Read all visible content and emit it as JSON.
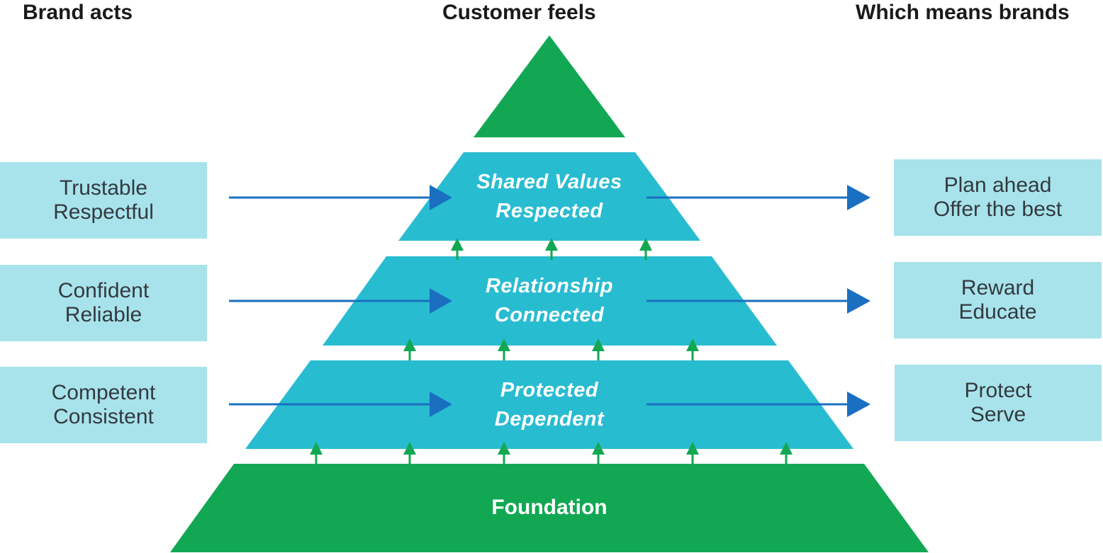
{
  "headers": {
    "left": "Brand acts",
    "center": "Customer feels",
    "right": "Which means brands"
  },
  "brand_acts": [
    {
      "line1": "Trustable",
      "line2": "Respectful"
    },
    {
      "line1": "Confident",
      "line2": "Reliable"
    },
    {
      "line1": "Competent",
      "line2": "Consistent"
    }
  ],
  "customer_feels": [
    {
      "line1": "Shared Values",
      "line2": "Respected"
    },
    {
      "line1": "Relationship",
      "line2": "Connected"
    },
    {
      "line1": "Protected",
      "line2": "Dependent"
    }
  ],
  "foundation": "Foundation",
  "brand_means": [
    {
      "line1": "Plan ahead",
      "line2": "Offer the best"
    },
    {
      "line1": "Reward",
      "line2": "Educate"
    },
    {
      "line1": "Protect",
      "line2": "Serve"
    }
  ],
  "colors": {
    "peak_green": "#12a853",
    "tier_teal": "#28bcd1",
    "side_box": "#a8e3ec",
    "arrow_blue": "#1a6fc1",
    "arrow_green": "#12a853"
  }
}
